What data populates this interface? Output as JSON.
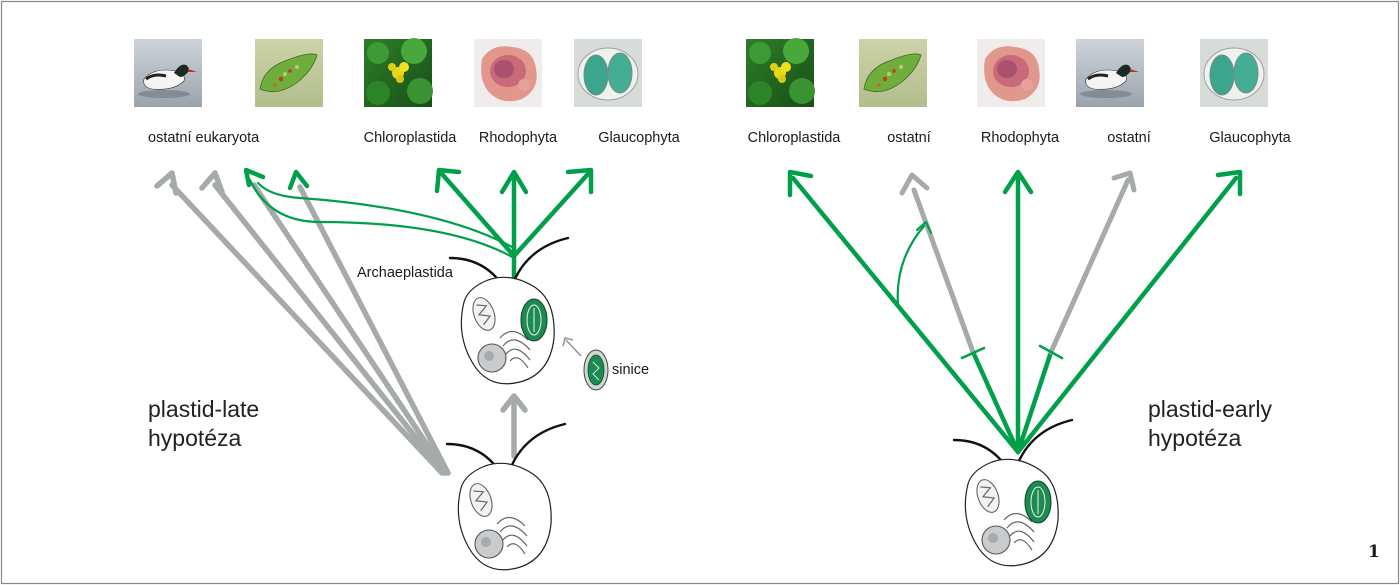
{
  "left": {
    "photos": [
      "duck-photo",
      "euglena-photo",
      "plant-photo",
      "red-alga-photo",
      "glaucophyte-photo"
    ],
    "labels": {
      "ostatni_eukaryota": "ostatní eukaryota",
      "chloroplastida": "Chloroplastida",
      "rhodophyta": "Rhodophyta",
      "glaucophyta": "Glaucophyta"
    },
    "archaeplastida": "Archaeplastida",
    "sinice": "sinice",
    "hypothesis_line1": "plastid-late",
    "hypothesis_line2": "hypotéza"
  },
  "right": {
    "photos": [
      "plant-photo",
      "euglena-photo",
      "red-alga-photo",
      "duck-photo",
      "glaucophyte-photo"
    ],
    "labels": {
      "chloroplastida": "Chloroplastida",
      "ostatni1": "ostatní",
      "rhodophyta": "Rhodophyta",
      "ostatni2": "ostatní",
      "glaucophyta": "Glaucophyta"
    },
    "hypothesis_line1": "plastid-early",
    "hypothesis_line2": "hypotéza"
  },
  "page_number": "1",
  "colors": {
    "green": "#00a04b",
    "gray": "#a6aaa9",
    "frame": "#888888"
  }
}
